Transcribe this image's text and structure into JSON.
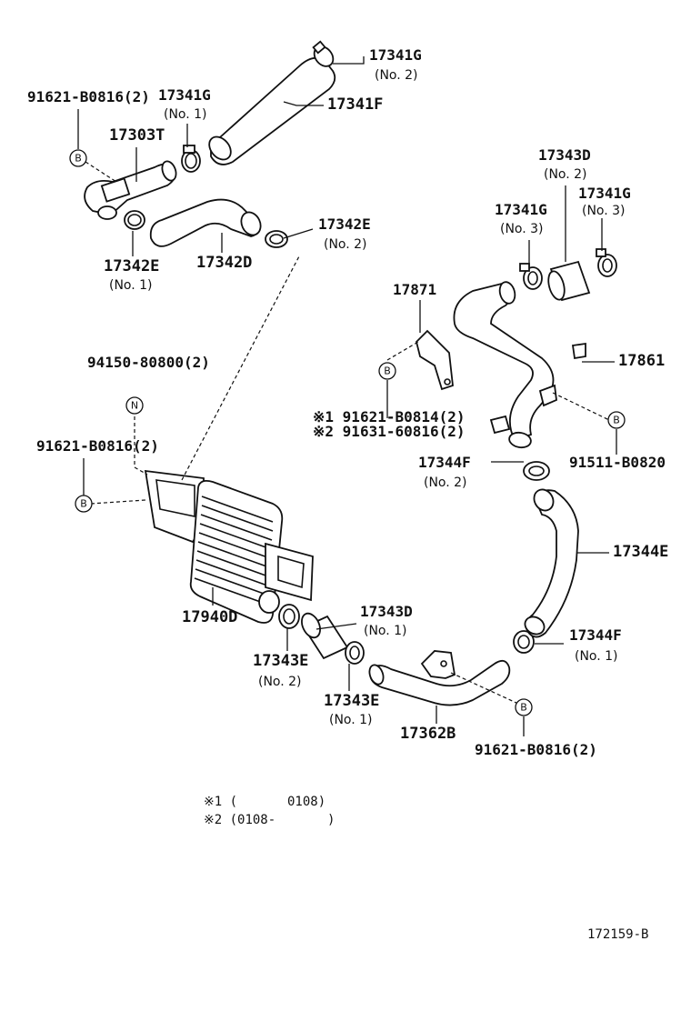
{
  "parts": {
    "p17341G_no2": {
      "num": "17341G",
      "sub": "(No. 2)"
    },
    "p17341F": {
      "num": "17341F"
    },
    "p91621_B0816_top": {
      "num": "91621-B0816(2)"
    },
    "p17341G_no1": {
      "num": "17341G",
      "sub": "(No. 1)"
    },
    "p17303T": {
      "num": "17303T"
    },
    "p17342E_no2": {
      "num": "17342E",
      "sub": "(No. 2)"
    },
    "p17342E_no1": {
      "num": "17342E",
      "sub": "(No. 1)"
    },
    "p17342D": {
      "num": "17342D"
    },
    "p17343D_no2": {
      "num": "17343D",
      "sub": "(No. 2)"
    },
    "p17341G_no3a": {
      "num": "17341G",
      "sub": "(No. 3)"
    },
    "p17341G_no3b": {
      "num": "17341G",
      "sub": "(No. 3)"
    },
    "p17871": {
      "num": "17871"
    },
    "p17861": {
      "num": "17861"
    },
    "p94150_80800": {
      "num": "94150-80800(2)"
    },
    "p91621_B0814": {
      "num": "※1 91621-B0814(2)"
    },
    "p91631_60816": {
      "num": "※2 91631-60816(2)"
    },
    "p91511_B0820": {
      "num": "91511-B0820"
    },
    "p91621_B0816_mid": {
      "num": "91621-B0816(2)"
    },
    "p17344F_no2": {
      "num": "17344F",
      "sub": "(No. 2)"
    },
    "p17344E": {
      "num": "17344E"
    },
    "p17940D": {
      "num": "17940D"
    },
    "p17343D_no1": {
      "num": "17343D",
      "sub": "(No. 1)"
    },
    "p17344F_no1": {
      "num": "17344F",
      "sub": "(No. 1)"
    },
    "p17343E_no2": {
      "num": "17343E",
      "sub": "(No. 2)"
    },
    "p17343E_no1": {
      "num": "17343E",
      "sub": "(No. 1)"
    },
    "p17362B": {
      "num": "17362B"
    },
    "p91621_B0816_bot": {
      "num": "91621-B0816(2)"
    }
  },
  "markers": {
    "b": "B",
    "n": "N"
  },
  "notes": {
    "note1_mark": "※1 (",
    "note1_date": "0108)",
    "note2_mark": "※2 (0108-",
    "note2_end": ")"
  },
  "diagram_id": "172159-B"
}
